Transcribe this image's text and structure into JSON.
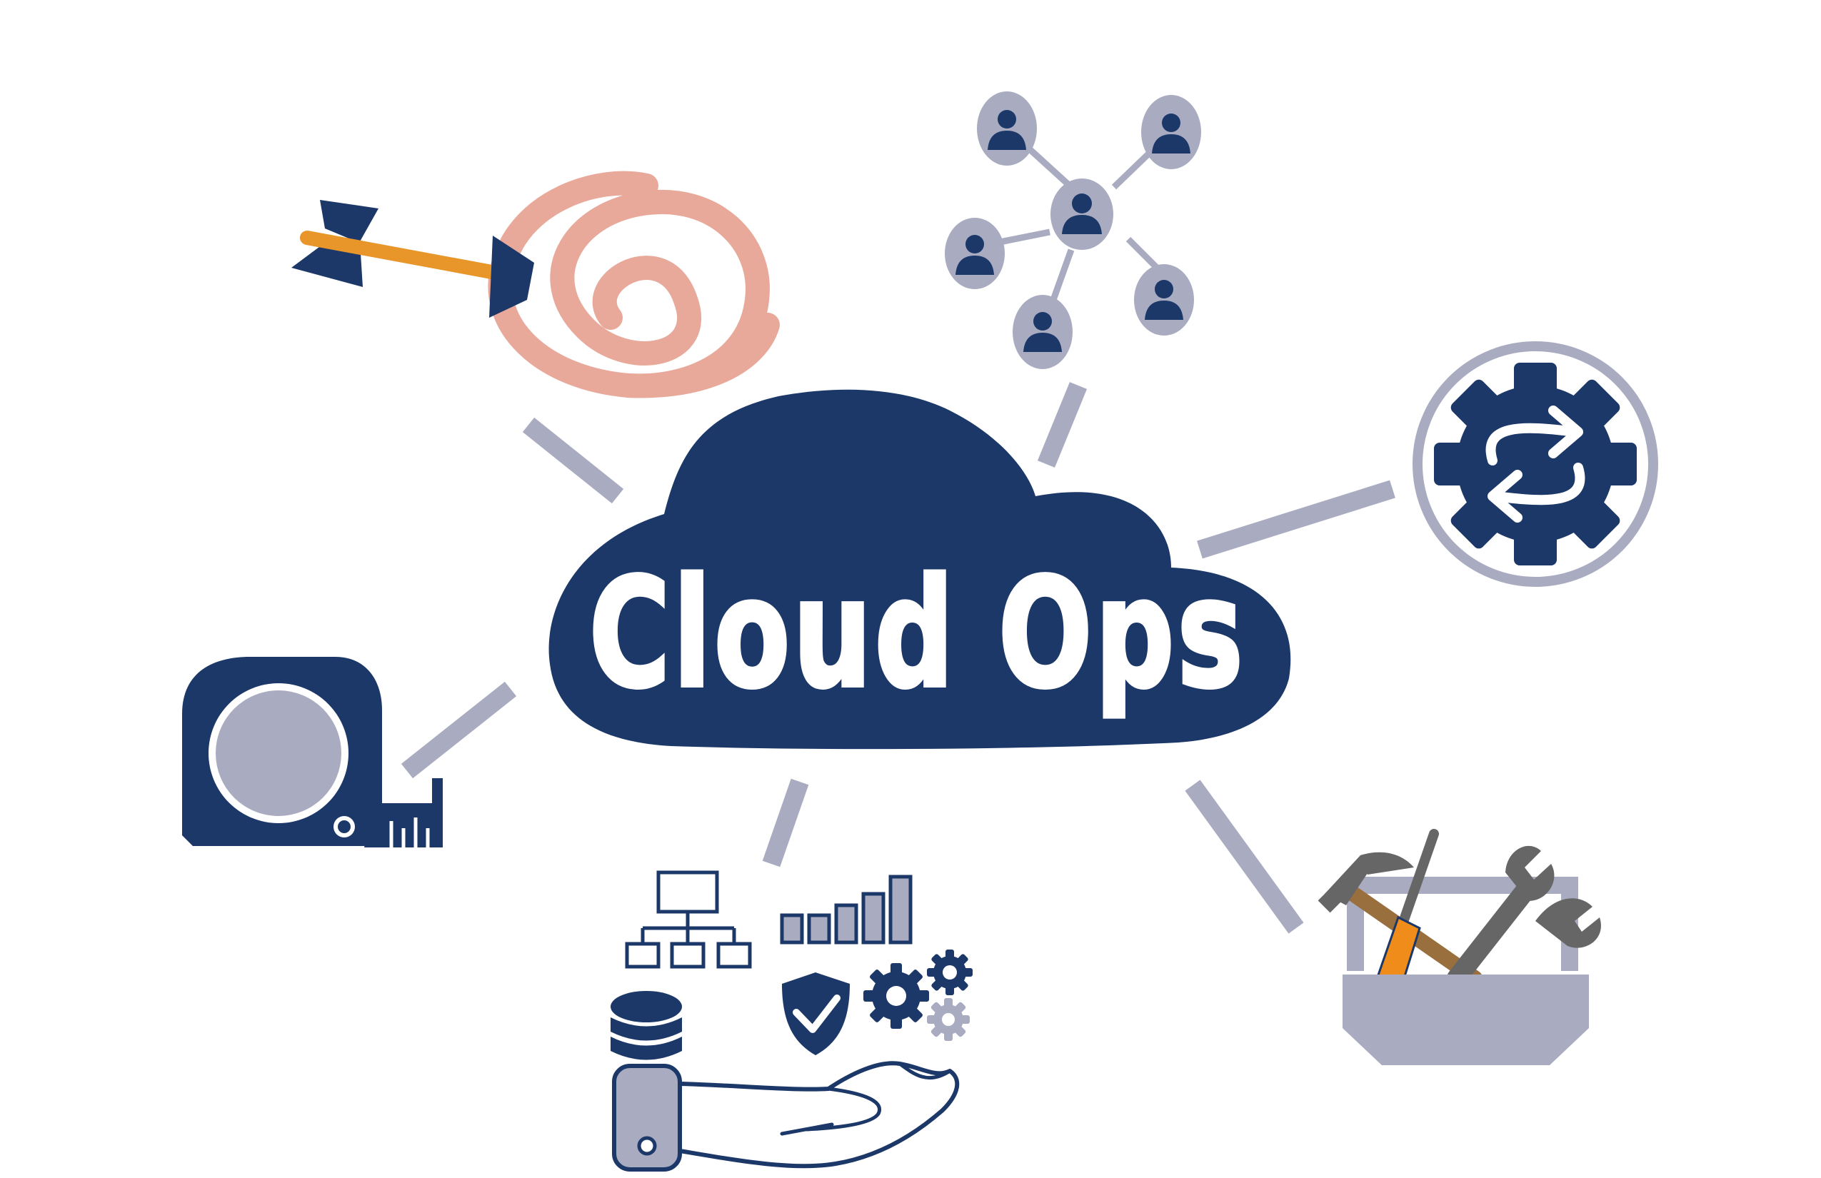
{
  "diagram": {
    "center_title": "Cloud Ops",
    "colors": {
      "navy": "#1c3868",
      "gray": "#a9abc1",
      "pink": "#e8a99a",
      "orange": "#f08c1a",
      "arrow_shaft": "#e8952a",
      "tool_gray": "#666666",
      "tool_brown": "#9a6f3e",
      "white": "#ffffff"
    },
    "nodes": [
      {
        "id": "target",
        "icon": "target-arrow-icon"
      },
      {
        "id": "network",
        "icon": "people-network-icon"
      },
      {
        "id": "automation",
        "icon": "gear-sync-icon"
      },
      {
        "id": "measure",
        "icon": "tape-measure-icon"
      },
      {
        "id": "services",
        "icon": "hand-services-icon"
      },
      {
        "id": "tools",
        "icon": "toolbox-icon"
      }
    ]
  }
}
